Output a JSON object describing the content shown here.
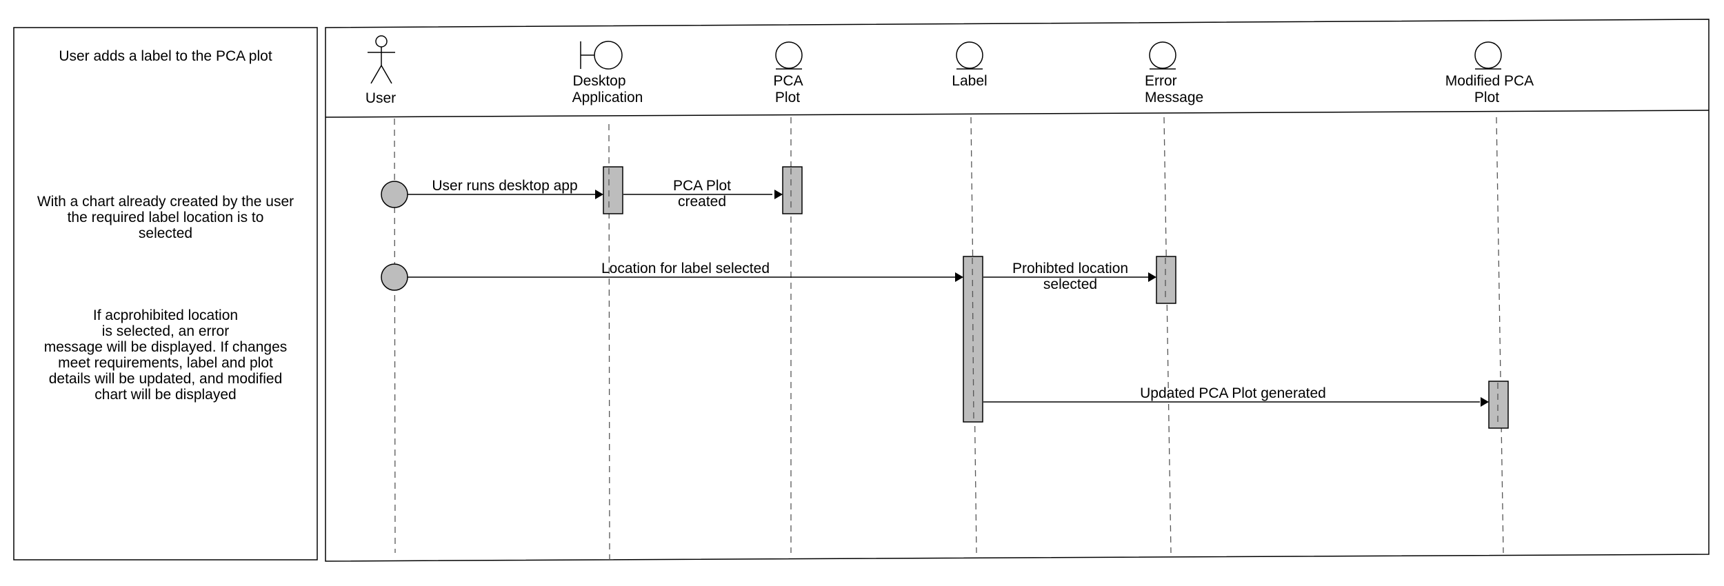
{
  "notes": {
    "title": "User adds a label to the PCA plot",
    "step_1": [
      "With a chart already created by the user",
      "the required label location is to",
      "selected"
    ],
    "step_2": [
      "If acprohibited location",
      "is selected, an error",
      "message will be displayed. If changes",
      "meet requirements, label and plot",
      "details will be updated, and modified",
      "chart will be displayed"
    ]
  },
  "lifelines": [
    {
      "id": "user",
      "kind": "actor",
      "label": [
        "User"
      ]
    },
    {
      "id": "desktop-application",
      "kind": "boundary",
      "label": [
        "Desktop",
        "Application"
      ]
    },
    {
      "id": "pca-plot",
      "kind": "entity",
      "label": [
        "PCA",
        "Plot"
      ]
    },
    {
      "id": "label",
      "kind": "entity",
      "label": [
        "Label"
      ]
    },
    {
      "id": "error-message",
      "kind": "entity",
      "label": [
        "Error",
        "Message"
      ]
    },
    {
      "id": "modified-pca-plot",
      "kind": "entity",
      "label": [
        "Modified PCA",
        "Plot"
      ]
    }
  ],
  "messages": [
    {
      "id": "user-runs-desktop-app",
      "from": "user",
      "to": "desktop-application",
      "label": [
        "User runs desktop app"
      ]
    },
    {
      "id": "pca-plot-created",
      "from": "desktop-application",
      "to": "pca-plot",
      "label": [
        "PCA Plot",
        "created"
      ]
    },
    {
      "id": "location-for-label-selected",
      "from": "user",
      "to": "label",
      "label": [
        "Location for label selected"
      ]
    },
    {
      "id": "prohibited-location-selected",
      "from": "label",
      "to": "error-message",
      "label": [
        "Prohibted location",
        "selected"
      ]
    },
    {
      "id": "updated-pca-plot-generated",
      "from": "label",
      "to": "modified-pca-plot",
      "label": [
        "Updated PCA Plot generated"
      ]
    }
  ],
  "colors": {
    "activation_fill": "#bdbdbd",
    "start_circle_fill": "#bdbdbd",
    "stroke": "#000000",
    "lifeline": "#555555"
  }
}
